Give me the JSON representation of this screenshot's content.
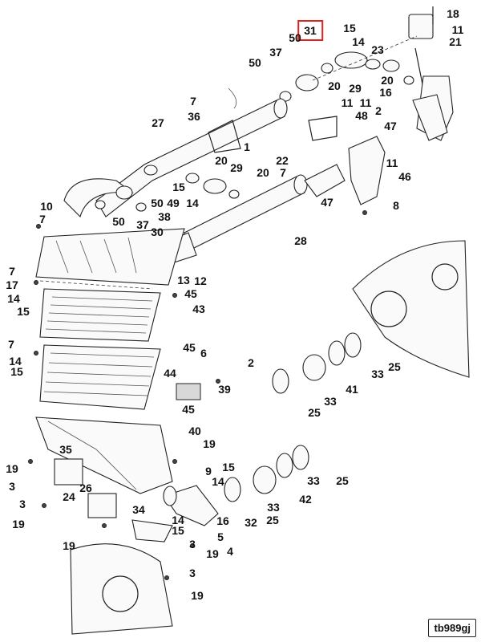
{
  "diagram": {
    "figure_code": "tb989gj",
    "highlighted_callout": "31",
    "callouts": [
      "18",
      "31",
      "15",
      "14",
      "11",
      "21",
      "50",
      "37",
      "23",
      "20",
      "29",
      "20",
      "16",
      "50",
      "7",
      "36",
      "11",
      "11",
      "2",
      "27",
      "48",
      "1",
      "22",
      "47",
      "11",
      "20",
      "29",
      "20",
      "15",
      "7",
      "46",
      "10",
      "7",
      "50",
      "37",
      "50",
      "49",
      "38",
      "14",
      "47",
      "8",
      "28",
      "30",
      "7",
      "17",
      "14",
      "15",
      "13",
      "12",
      "45",
      "43",
      "7",
      "14",
      "15",
      "45",
      "6",
      "44",
      "2",
      "39",
      "45",
      "33",
      "25",
      "41",
      "33",
      "25",
      "35",
      "40",
      "19",
      "19",
      "3",
      "26",
      "9",
      "15",
      "14",
      "33",
      "25",
      "24",
      "42",
      "3",
      "34",
      "33",
      "19",
      "14",
      "15",
      "5",
      "16",
      "32",
      "25",
      "19",
      "4",
      "19",
      "3",
      "3",
      "19"
    ]
  }
}
